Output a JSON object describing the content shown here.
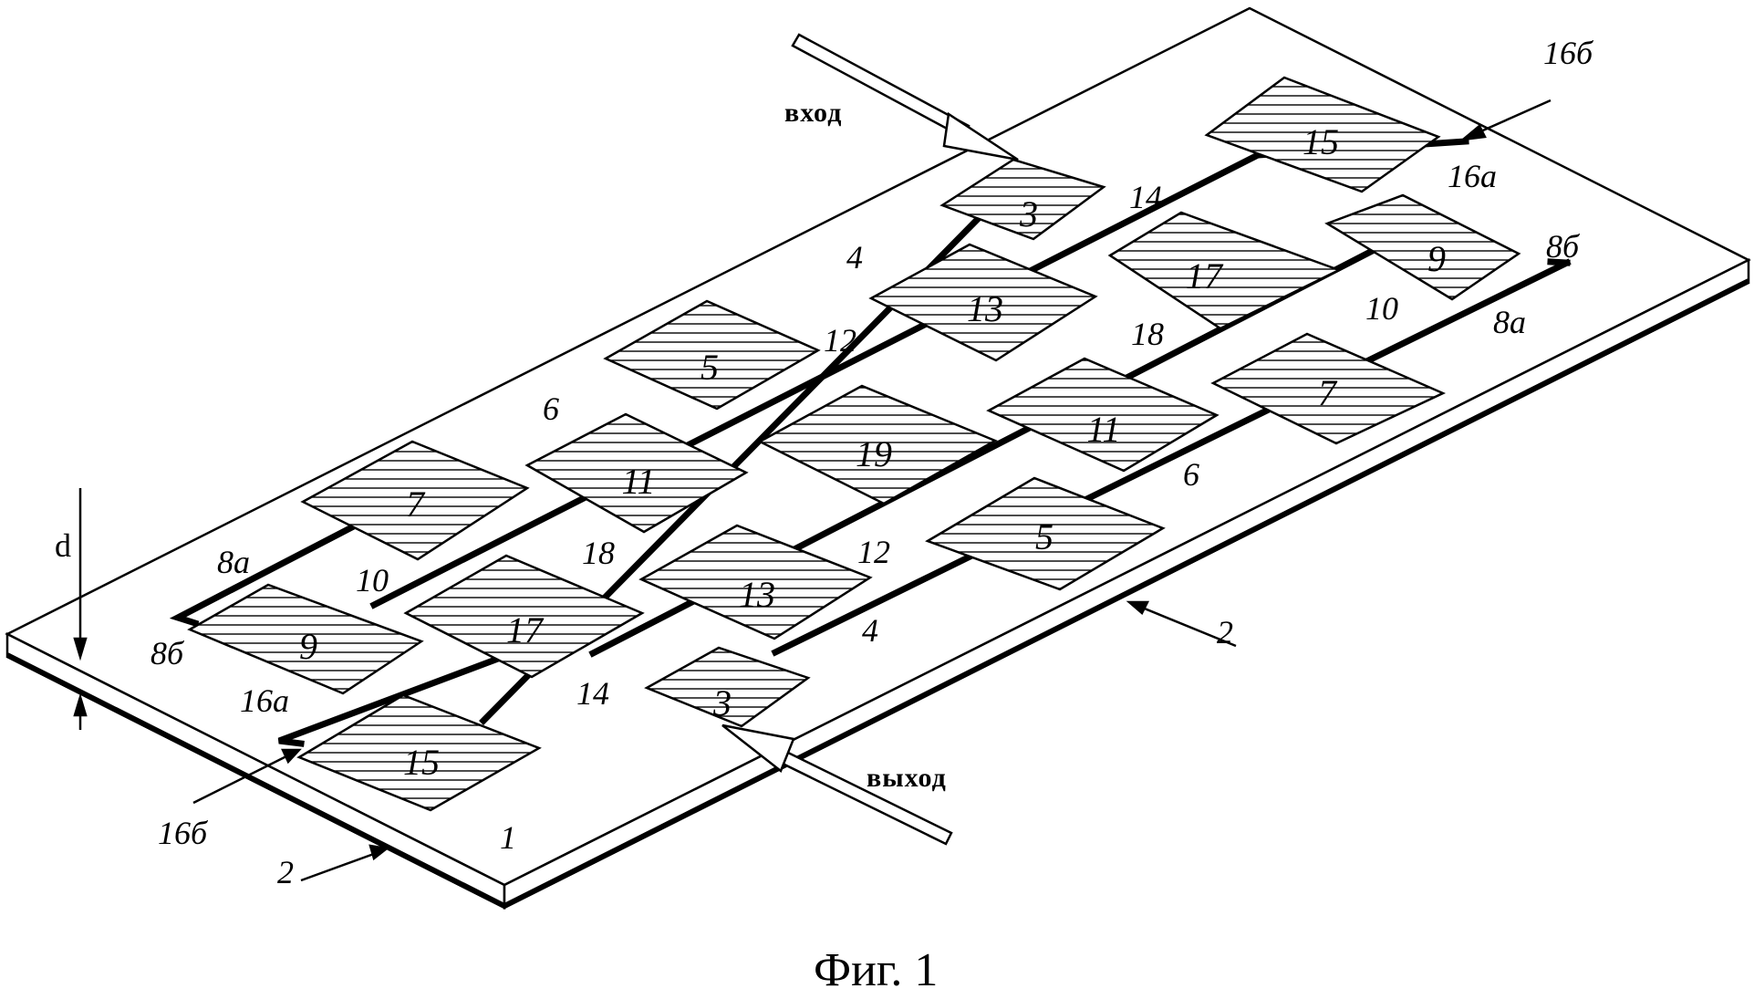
{
  "caption": "Фиг. 1",
  "io": {
    "input_label": "вход",
    "output_label": "выход"
  },
  "dimension_label": "d",
  "pads": [
    "3",
    "5",
    "7",
    "9",
    "11",
    "13",
    "15",
    "17",
    "19",
    "11",
    "13",
    "17",
    "9",
    "7",
    "5",
    "3",
    "15"
  ],
  "ref_labels": [
    "1",
    "2",
    "2",
    "4",
    "4",
    "6",
    "6",
    "8а",
    "8а",
    "8б",
    "8б",
    "10",
    "10",
    "12",
    "12",
    "14",
    "14",
    "16а",
    "16а",
    "16б",
    "16б",
    "18",
    "18"
  ],
  "colors": {
    "ink": "#000000",
    "paper": "#ffffff"
  }
}
